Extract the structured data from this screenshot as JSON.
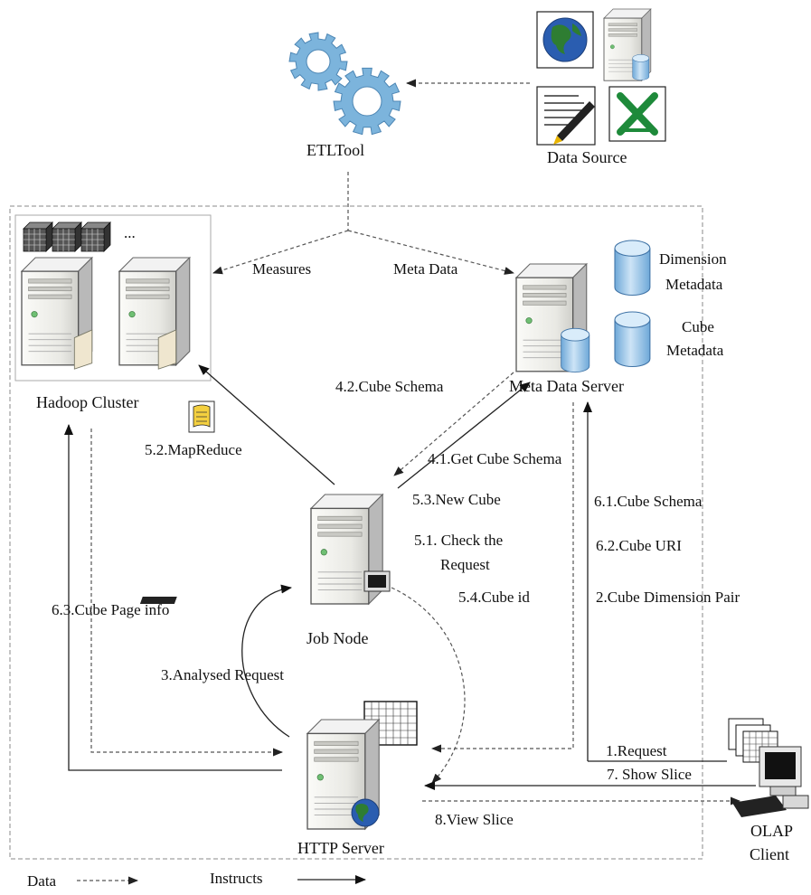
{
  "labels": {
    "etl_tool": "ETLTool",
    "data_source": "Data Source",
    "hadoop_cluster": "Hadoop Cluster",
    "ellipsis": "...",
    "measures": "Measures",
    "meta_data": "Meta Data",
    "dimension_metadata_1": "Dimension",
    "dimension_metadata_2": "Metadata",
    "cube_metadata_1": "Cube",
    "cube_metadata_2": "Metadata",
    "meta_data_server": "Meta Data Server",
    "cube_schema_42": "4.2.Cube Schema",
    "get_cube_schema_41": "4.1.Get Cube Schema",
    "mapreduce_52": "5.2.MapReduce",
    "new_cube_53": "5.3.New Cube",
    "check_request_51a": "5.1. Check the",
    "check_request_51b": "Request",
    "cube_id_54": "5.4.Cube id",
    "cube_schema_61": "6.1.Cube Schema",
    "cube_uri_62": "6.2.Cube URI",
    "cube_dim_pair_2": "2.Cube Dimension Pair",
    "cube_page_info_63": "6.3.Cube Page info",
    "job_node": "Job Node",
    "analysed_request_3": "3.Analysed Request",
    "request_1": "1.Request",
    "show_slice_7": "7. Show Slice",
    "view_slice_8": "8.View Slice",
    "http_server": "HTTP Server",
    "olap_client_1": "OLAP",
    "olap_client_2": "Client"
  },
  "legend": {
    "data": "Data",
    "instructs": "Instructs"
  },
  "colors": {
    "gear": "#7cb4dc",
    "database": "#9cc7ea",
    "globe_land": "#2e7d32",
    "globe_sea": "#2a5db0",
    "excel": "#1e8a3a",
    "mapreduce_icon": "#f4d03f"
  }
}
